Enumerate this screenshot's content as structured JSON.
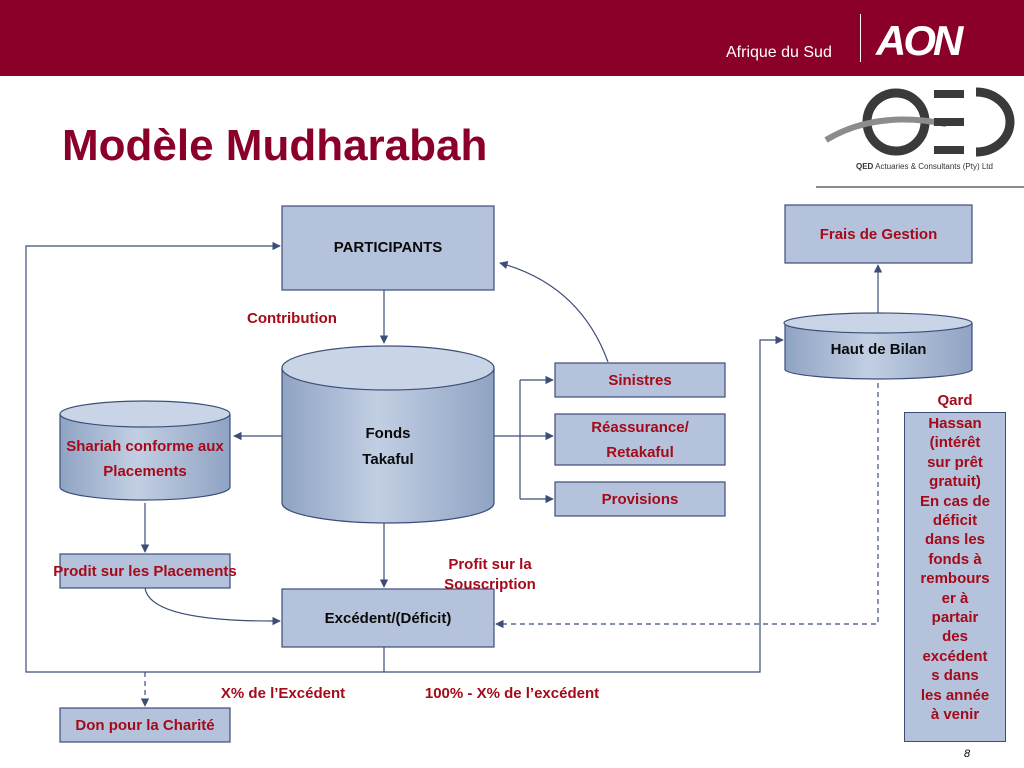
{
  "header": {
    "region": "Afrique du Sud",
    "logo": "AON"
  },
  "qed_logo": {
    "mark": "QED",
    "company": "QED",
    "tagline": "Actuaries & Consultants (Pty) Ltd"
  },
  "title": "Modèle Mudharabah",
  "nodes": {
    "participants": "PARTICIPANTS",
    "fonds_line1": "Fonds",
    "fonds_line2": "Takaful",
    "shariah_line1": "Shariah conforme aux",
    "shariah_line2": "Placements",
    "sinistres": "Sinistres",
    "reassurance_line1": "Réassurance/",
    "reassurance_line2": "Retakaful",
    "provisions": "Provisions",
    "frais": "Frais de Gestion",
    "haut_bilan": "Haut de Bilan",
    "produit": "Prodit sur les Placements",
    "excedent": "Excédent/(Déficit)",
    "don": "Don pour la Charité"
  },
  "labels": {
    "contribution": "Contribution",
    "profit_line1": "Profit sur la",
    "profit_line2": "Souscription",
    "x_pct": "X% de l’Excédent",
    "pct_100": "100% - X% de l’excédent"
  },
  "qard": {
    "title": "Qard",
    "lines": [
      "Hassan",
      "(intérêt",
      "sur  prêt",
      "gratuit)",
      "En cas de",
      "déficit",
      "dans les",
      "fonds à",
      "rembours",
      "er à",
      "partair",
      "des",
      "excédent",
      "s dans",
      "les année",
      "à venir"
    ]
  },
  "page_number": "8",
  "colors": {
    "brand": "#8a0028",
    "box_fill": "#b4c3db",
    "box_border": "#3c4e78",
    "arrow": "#3c4e78",
    "red_text": "#a40a1a"
  }
}
